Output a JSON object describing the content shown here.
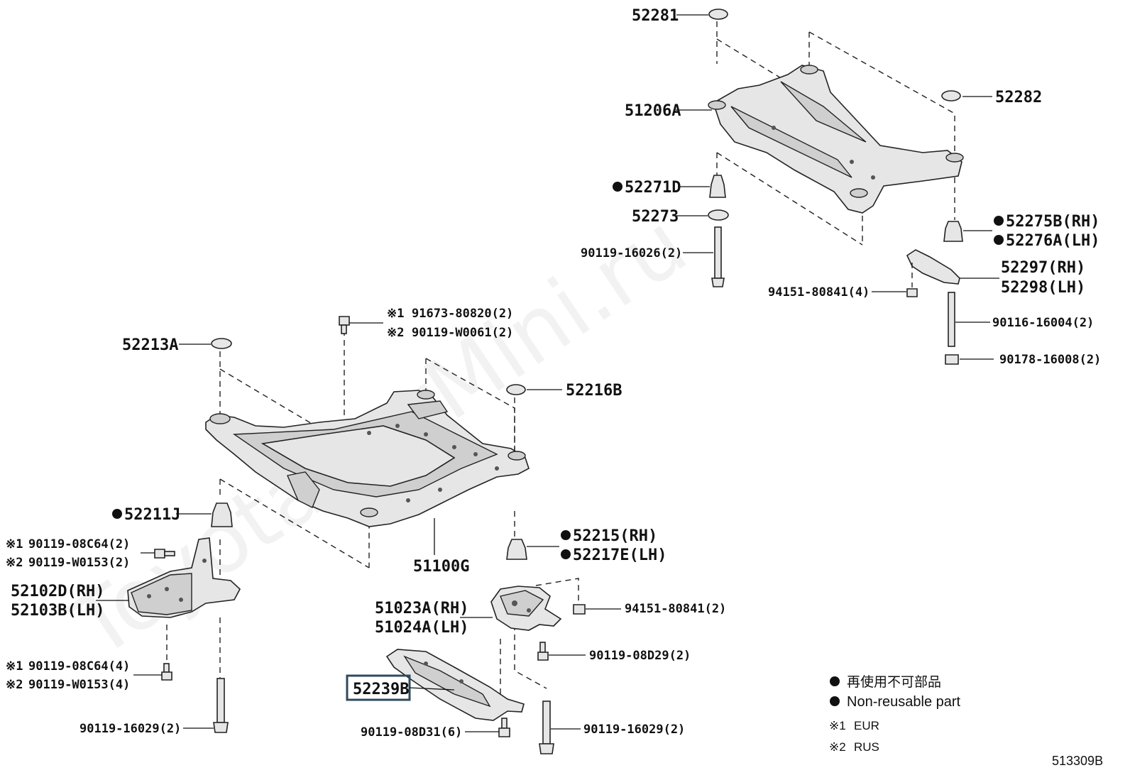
{
  "rear_crossmember": {
    "labels": {
      "p52281": "52281",
      "p51206A": "51206A",
      "p52282": "52282",
      "p52271D": "52271D",
      "p52273": "52273",
      "p90119_16026": "90119-16026(2)",
      "p52275B": "52275B(RH)",
      "p52276A": "52276A(LH)",
      "p52297": "52297(RH)",
      "p52298": "52298(LH)",
      "p94151_rear": "94151-80841(4)",
      "p90116": "90116-16004(2)",
      "p90178": "90178-16008(2)"
    }
  },
  "front_crossmember": {
    "labels": {
      "p91673_prefix": "※1",
      "p91673": "91673-80820(2)",
      "p90119_W0061_prefix": "※2",
      "p90119_W0061": "90119-W0061(2)",
      "p52213A": "52213A",
      "p52216B": "52216B",
      "p52211J": "52211J",
      "p51100G": "51100G",
      "p52215": "52215(RH)",
      "p52217E": "52217E(LH)",
      "p90119_08C64_a_prefix": "※1",
      "p90119_08C64_a": "90119-08C64(2)",
      "p90119_W0153_a_prefix": "※2",
      "p90119_W0153_a": "90119-W0153(2)",
      "p52102D": "52102D(RH)",
      "p52103B": "52103B(LH)",
      "p51023A": "51023A(RH)",
      "p51024A": "51024A(LH)",
      "p94151_front": "94151-80841(2)",
      "p90119_08D29": "90119-08D29(2)",
      "p90119_08C64_b_prefix": "※1",
      "p90119_08C64_b": "90119-08C64(4)",
      "p90119_W0153_b_prefix": "※2",
      "p90119_W0153_b": "90119-W0153(4)",
      "p52239B": "52239B",
      "p90119_16029_left": "90119-16029(2)",
      "p90119_08D31": "90119-08D31(6)",
      "p90119_16029_right": "90119-16029(2)"
    }
  },
  "legend": {
    "non_reusable_jp": "再使用不可部品",
    "non_reusable_en": "Non-reusable part",
    "note1_mark": "※1",
    "note1": "EUR",
    "note2_mark": "※2",
    "note2": "RUS"
  },
  "diagram_id": "513309B",
  "watermark": "ToyotaCarMini.ru",
  "colors": {
    "highlight_box": "#2f4a5e",
    "ink": "#111111"
  }
}
